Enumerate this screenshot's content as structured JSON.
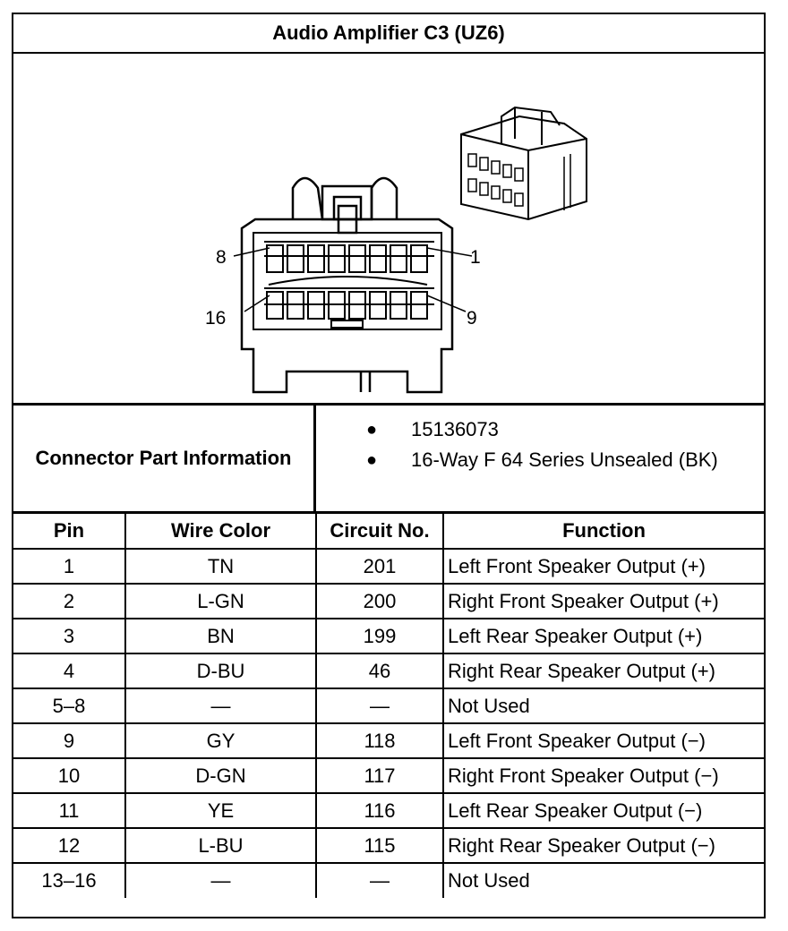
{
  "title": "Audio Amplifier C3 (UZ6)",
  "connector_view": {
    "pin_labels": [
      "8",
      "1",
      "16",
      "9"
    ]
  },
  "part_info": {
    "label": "Connector Part Information",
    "items": [
      "15136073",
      "16-Way F 64 Series Unsealed (BK)"
    ]
  },
  "table": {
    "headers": [
      "Pin",
      "Wire Color",
      "Circuit No.",
      "Function"
    ],
    "rows": [
      [
        "1",
        "TN",
        "201",
        "Left Front Speaker Output (+)"
      ],
      [
        "2",
        "L-GN",
        "200",
        "Right Front Speaker Output (+)"
      ],
      [
        "3",
        "BN",
        "199",
        "Left Rear Speaker Output (+)"
      ],
      [
        "4",
        "D-BU",
        "46",
        "Right Rear Speaker Output (+)"
      ],
      [
        "5–8",
        "—",
        "—",
        "Not Used"
      ],
      [
        "9",
        "GY",
        "118",
        "Left Front Speaker Output (−)"
      ],
      [
        "10",
        "D-GN",
        "117",
        "Right Front Speaker Output (−)"
      ],
      [
        "11",
        "YE",
        "116",
        "Left Rear Speaker Output (−)"
      ],
      [
        "12",
        "L-BU",
        "115",
        "Right Rear Speaker Output (−)"
      ],
      [
        "13–16",
        "—",
        "—",
        "Not Used"
      ]
    ]
  }
}
